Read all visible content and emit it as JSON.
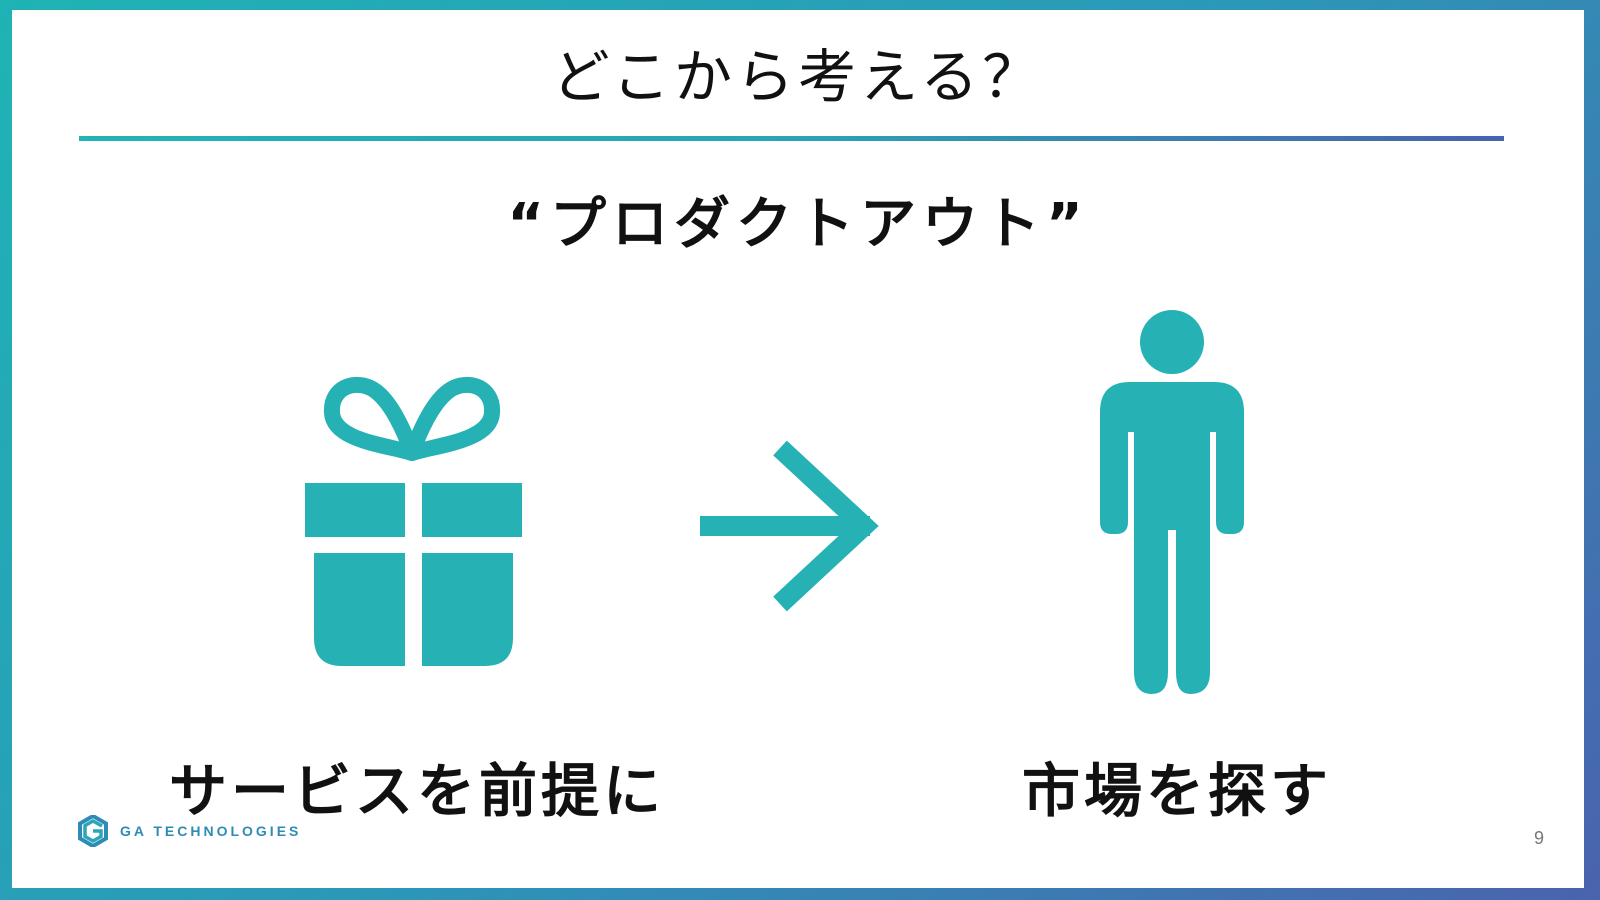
{
  "slide": {
    "title": "どこから考える？",
    "subtitle": "“プロダクトアウト”",
    "left_label": "サービスを前提に",
    "right_label": "市場を探す",
    "page_number": "9"
  },
  "footer": {
    "logo_text": "GA TECHNOLOGIES"
  },
  "icons": {
    "left": "gift-icon",
    "middle": "arrow-right-icon",
    "right": "person-icon"
  },
  "colors": {
    "accent": "#26b2b4",
    "frame_start": "#1fb3b5",
    "frame_end": "#4a63ad",
    "text": "#111111"
  }
}
